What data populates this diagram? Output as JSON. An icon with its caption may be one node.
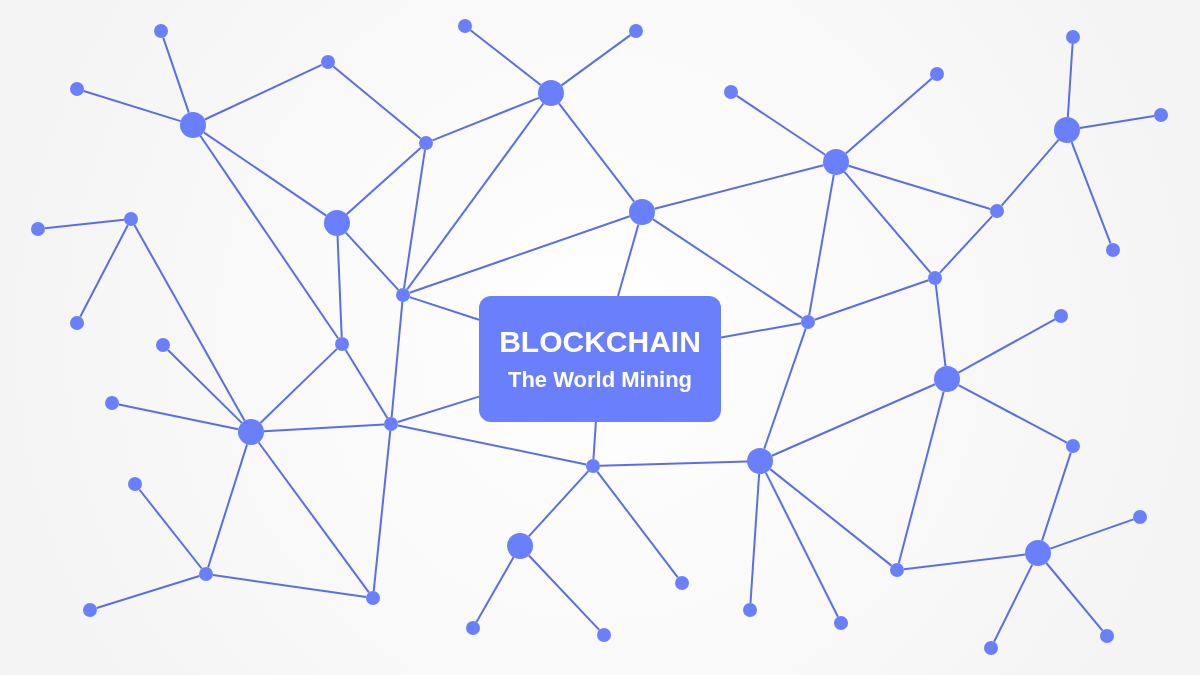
{
  "diagram": {
    "nodes": [
      {
        "text": [
          "BLOCKCHAIN",
          "The World Mining"
        ]
      },
      {
        "text": [],
        "shape": "circle"
      },
      {
        "text": [],
        "shape": "circle"
      },
      {
        "text": [],
        "shape": "circle"
      },
      {
        "text": [],
        "shape": "circle"
      },
      {
        "text": [],
        "shape": "circle"
      },
      {
        "text": [],
        "shape": "circle"
      },
      {
        "text": [],
        "shape": "circle"
      },
      {
        "text": [],
        "shape": "circle"
      },
      {
        "text": [],
        "shape": "circle"
      },
      {
        "text": [],
        "shape": "circle"
      },
      {
        "text": [],
        "shape": "circle"
      },
      {
        "text": [],
        "shape": "circle"
      },
      {
        "text": [],
        "shape": "circle"
      },
      {
        "text": [],
        "shape": "circle"
      },
      {
        "text": [],
        "shape": "circle"
      },
      {
        "text": [],
        "shape": "circle"
      },
      {
        "text": [],
        "shape": "circle"
      },
      {
        "text": [],
        "shape": "circle"
      },
      {
        "text": [],
        "shape": "circle"
      },
      {
        "text": [],
        "shape": "circle"
      },
      {
        "text": [],
        "shape": "circle"
      },
      {
        "text": [],
        "shape": "circle"
      },
      {
        "text": [],
        "shape": "circle"
      },
      {
        "text": [],
        "shape": "circle"
      },
      {
        "text": [],
        "shape": "circle"
      },
      {
        "text": [],
        "shape": "circle"
      },
      {
        "text": [],
        "shape": "circle"
      },
      {
        "text": [],
        "shape": "circle"
      },
      {
        "text": [],
        "shape": "circle"
      },
      {
        "text": [],
        "shape": "circle"
      },
      {
        "text": [],
        "shape": "circle"
      },
      {
        "text": [],
        "shape": "circle"
      },
      {
        "text": [],
        "shape": "circle"
      },
      {
        "text": [],
        "shape": "circle"
      },
      {
        "text": [],
        "shape": "circle"
      },
      {
        "text": [],
        "shape": "circle"
      },
      {
        "text": [],
        "shape": "circle"
      },
      {
        "text": [],
        "shape": "circle"
      },
      {
        "text": [],
        "shape": "circle"
      },
      {
        "text": [],
        "shape": "circle"
      },
      {
        "text": [],
        "shape": "circle"
      },
      {
        "text": [],
        "shape": "circle"
      },
      {
        "text": [],
        "shape": "circle"
      },
      {
        "text": [],
        "shape": "circle"
      },
      {
        "text": [],
        "shape": "circle"
      },
      {
        "text": [],
        "shape": "circle"
      },
      {
        "text": [],
        "shape": "circle"
      },
      {
        "text": [],
        "shape": "circle"
      },
      {
        "text": [],
        "shape": "circle"
      }
    ],
    "edges": [
      {
        "from": 8,
        "to": 10,
        "arrow": "none"
      },
      {
        "from": 2,
        "to": 10,
        "arrow": "none"
      },
      {
        "from": 10,
        "to": 13,
        "arrow": "none"
      },
      {
        "from": 13,
        "to": 19,
        "arrow": "none"
      },
      {
        "from": 10,
        "to": 14,
        "arrow": "none"
      },
      {
        "from": 10,
        "to": 15,
        "arrow": "none"
      },
      {
        "from": 20,
        "to": 23,
        "arrow": "none"
      },
      {
        "from": 23,
        "to": 26,
        "arrow": "none"
      },
      {
        "from": 19,
        "to": 23,
        "arrow": "none"
      },
      {
        "from": 19,
        "to": 14,
        "arrow": "none"
      },
      {
        "from": 19,
        "to": 18,
        "arrow": "none"
      },
      {
        "from": 23,
        "to": 18,
        "arrow": "none"
      },
      {
        "from": 14,
        "to": 18,
        "arrow": "none"
      },
      {
        "from": 14,
        "to": 15,
        "arrow": "none"
      },
      {
        "from": 6,
        "to": 1,
        "arrow": "none"
      },
      {
        "from": 6,
        "to": 3,
        "arrow": "none"
      },
      {
        "from": 6,
        "to": 12,
        "arrow": "none"
      },
      {
        "from": 18,
        "to": 27,
        "arrow": "none"
      },
      {
        "from": 18,
        "to": 0,
        "arrow": "none"
      },
      {
        "from": 23,
        "to": 27,
        "arrow": "none"
      },
      {
        "from": 27,
        "to": 0,
        "arrow": "none"
      },
      {
        "from": 27,
        "to": 33,
        "arrow": "none"
      },
      {
        "from": 27,
        "to": 32,
        "arrow": "none"
      },
      {
        "from": 29,
        "to": 33,
        "arrow": "none"
      },
      {
        "from": 37,
        "to": 33,
        "arrow": "none"
      },
      {
        "from": 33,
        "to": 40,
        "arrow": "none"
      },
      {
        "from": 33,
        "to": 36,
        "arrow": "none"
      },
      {
        "from": 33,
        "to": 32,
        "arrow": "none"
      },
      {
        "from": 43,
        "to": 44,
        "arrow": "none"
      },
      {
        "from": 43,
        "to": 49,
        "arrow": "none"
      },
      {
        "from": 43,
        "to": 47,
        "arrow": "none"
      },
      {
        "from": 43,
        "to": 40,
        "arrow": "none"
      },
      {
        "from": 40,
        "to": 36,
        "arrow": "none"
      },
      {
        "from": 36,
        "to": 32,
        "arrow": "none"
      },
      {
        "from": 36,
        "to": 38,
        "arrow": "none"
      },
      {
        "from": 0,
        "to": 32,
        "arrow": "none"
      },
      {
        "from": 32,
        "to": 31,
        "arrow": "none"
      },
      {
        "from": 38,
        "to": 42,
        "arrow": "none"
      },
      {
        "from": 38,
        "to": 31,
        "arrow": "none"
      },
      {
        "from": 38,
        "to": 45,
        "arrow": "none"
      },
      {
        "from": 45,
        "to": 41,
        "arrow": "none"
      },
      {
        "from": 41,
        "to": 35,
        "arrow": "none"
      },
      {
        "from": 41,
        "to": 48,
        "arrow": "none"
      },
      {
        "from": 41,
        "to": 39,
        "arrow": "none"
      },
      {
        "from": 41,
        "to": 46,
        "arrow": "none"
      },
      {
        "from": 35,
        "to": 31,
        "arrow": "none"
      },
      {
        "from": 35,
        "to": 38,
        "arrow": "none"
      },
      {
        "from": 31,
        "to": 30,
        "arrow": "none"
      },
      {
        "from": 31,
        "to": 34,
        "arrow": "none"
      },
      {
        "from": 31,
        "to": 24,
        "arrow": "none"
      },
      {
        "from": 18,
        "to": 17,
        "arrow": "none"
      },
      {
        "from": 15,
        "to": 12,
        "arrow": "none"
      },
      {
        "from": 15,
        "to": 17,
        "arrow": "none"
      },
      {
        "from": 9,
        "to": 12,
        "arrow": "none"
      },
      {
        "from": 5,
        "to": 12,
        "arrow": "none"
      },
      {
        "from": 12,
        "to": 17,
        "arrow": "none"
      },
      {
        "from": 7,
        "to": 11,
        "arrow": "none"
      },
      {
        "from": 12,
        "to": 11,
        "arrow": "none"
      },
      {
        "from": 12,
        "to": 16,
        "arrow": "none"
      },
      {
        "from": 17,
        "to": 16,
        "arrow": "none"
      },
      {
        "from": 11,
        "to": 4,
        "arrow": "none"
      },
      {
        "from": 11,
        "to": 16,
        "arrow": "none"
      },
      {
        "from": 17,
        "to": 0,
        "arrow": "none"
      },
      {
        "from": 17,
        "to": 24,
        "arrow": "none"
      },
      {
        "from": 0,
        "to": 24,
        "arrow": "none"
      },
      {
        "from": 24,
        "to": 22,
        "arrow": "none"
      },
      {
        "from": 24,
        "to": 28,
        "arrow": "none"
      },
      {
        "from": 22,
        "to": 21,
        "arrow": "none"
      },
      {
        "from": 22,
        "to": 25,
        "arrow": "none"
      }
    ]
  }
}
